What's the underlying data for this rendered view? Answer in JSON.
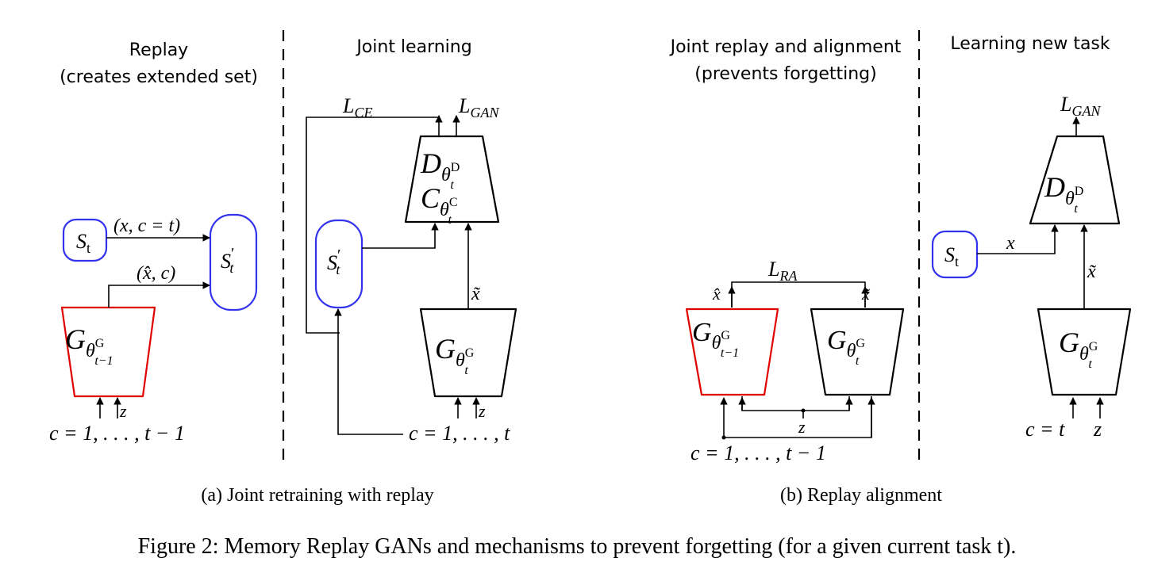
{
  "panel_a": {
    "header_replay_line1": "Replay",
    "header_replay_line2": "(creates extended set)",
    "header_joint": "Joint learning",
    "caption": "(a) Joint retraining with replay",
    "st_base": "S",
    "st_sub": "t",
    "stp_base": "S",
    "stp_sub": "t",
    "stp_prime": "′",
    "edge_x_ct": "(x, c = t)",
    "edge_xhat_c": "(x̂, c)",
    "gen_prev_base": "G",
    "gen_prev_sub": "θ",
    "gen_prev_sup": "G",
    "gen_prev_subsub": "t−1",
    "z_label": "z",
    "cond_prev": "c = 1, . . . , t − 1",
    "lce_base": "L",
    "lce_sub": "CE",
    "lgan_base": "L",
    "lgan_sub": "GAN",
    "disc_d_base": "D",
    "disc_c_base": "C",
    "theta": "θ",
    "sup_d": "D",
    "sup_c": "C",
    "sub_t": "t",
    "xtilde": "x̃",
    "gen_cur_base": "G",
    "gen_cur_sup": "G",
    "z_label2": "z",
    "cond_cur": "c = 1, . . . , t"
  },
  "panel_b": {
    "header_align_line1": "Joint replay and alignment",
    "header_align_line2": "(prevents forgetting)",
    "header_new": "Learning new task",
    "caption": "(b) Replay alignment",
    "lra_base": "L",
    "lra_sub": "RA",
    "xhat": "x̂",
    "xtilde": "x̃",
    "gen_prev_base": "G",
    "gen_cur_base": "G",
    "theta": "θ",
    "sup_g": "G",
    "sub_t": "t",
    "sub_tm1": "t−1",
    "z_label": "z",
    "cond_prev": "c = 1, . . . , t − 1",
    "lgan_base": "L",
    "lgan_sub": "GAN",
    "disc_d_base": "D",
    "sup_d": "D",
    "st_base": "S",
    "st_sub": "t",
    "x_label": "x",
    "xtilde2": "x̃",
    "cond_ct": "c = t",
    "z_label2": "z"
  },
  "figure_caption": "Figure 2: Memory Replay GANs and mechanisms to prevent forgetting (for a given current task t).",
  "colors": {
    "previous_generator": "#e00000",
    "data_sets": "#3333ee",
    "current_networks": "#000000"
  }
}
